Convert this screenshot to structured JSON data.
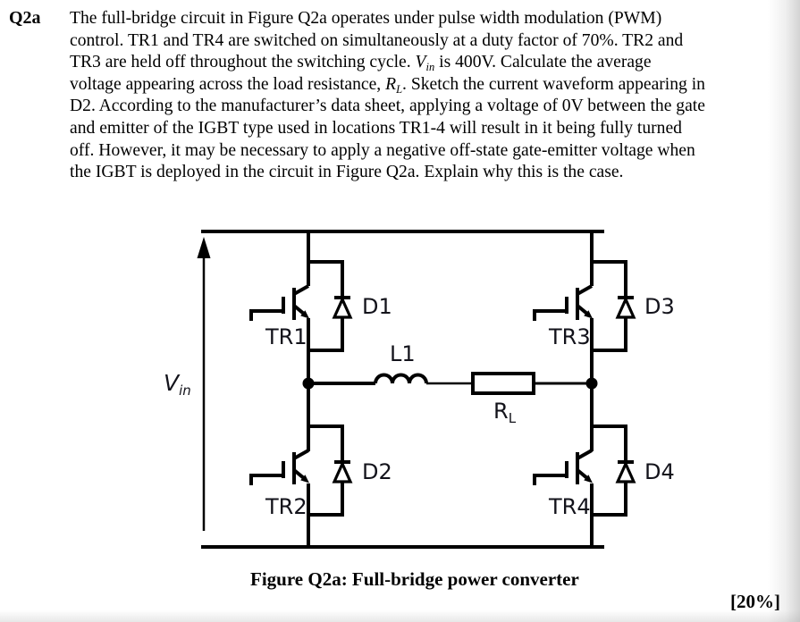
{
  "question": {
    "number": "Q2a",
    "lines": [
      {
        "segments": [
          {
            "text": "The full-bridge circuit in Figure Q2a operates under pulse width modulation (PWM)"
          }
        ]
      },
      {
        "segments": [
          {
            "text": "control. TR1 and TR4 are switched on simultaneously at a duty factor of 70%. TR2 and"
          }
        ]
      },
      {
        "segments": [
          {
            "text": "TR3 are held off throughout the switching cycle. "
          },
          {
            "text": "V",
            "style": "italic"
          },
          {
            "text": "in",
            "style": "subscript-italic"
          },
          {
            "text": " is 400V. Calculate the average"
          }
        ]
      },
      {
        "segments": [
          {
            "text": "voltage appearing across the load resistance, "
          },
          {
            "text": "R",
            "style": "italic"
          },
          {
            "text": "L",
            "style": "subscript-italic"
          },
          {
            "text": ". Sketch the current waveform appearing in"
          }
        ]
      },
      {
        "segments": [
          {
            "text": "D2. According to the manufacturer’s data sheet, applying a voltage of 0V between the gate"
          }
        ]
      },
      {
        "segments": [
          {
            "text": "and emitter of the IGBT type used in locations TR1-4 will result in it being fully turned"
          }
        ]
      },
      {
        "segments": [
          {
            "text": "off. However, it may be necessary to apply a negative off-state gate-emitter voltage when"
          }
        ]
      },
      {
        "segments": [
          {
            "text": "the IGBT is deployed in the circuit in Figure Q2a. Explain why this is the case."
          }
        ]
      }
    ],
    "marks": "[20%]"
  },
  "figure": {
    "caption": "Figure Q2a: Full-bridge power converter",
    "labels": {
      "source_voltage_base": "V",
      "source_voltage_sub": "in",
      "tr1": "TR1",
      "tr2": "TR2",
      "tr3": "TR3",
      "tr4": "TR4",
      "d1": "D1",
      "d2": "D2",
      "d3": "D3",
      "d4": "D4",
      "inductor": "L1",
      "load_resistor_base": "R",
      "load_resistor_sub": "L"
    },
    "line_color": "#000000",
    "label_color": "#13131b"
  }
}
